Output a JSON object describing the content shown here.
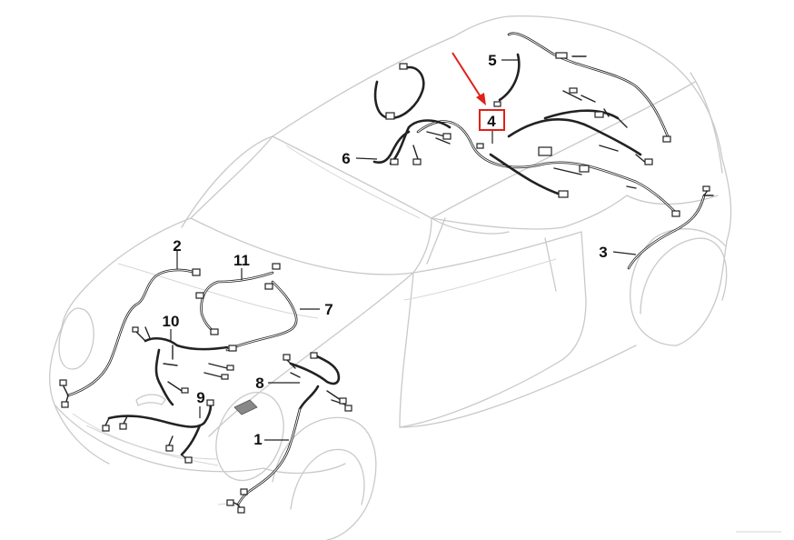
{
  "diagram": {
    "callouts": [
      {
        "id": "1",
        "text": "1"
      },
      {
        "id": "2",
        "text": "2"
      },
      {
        "id": "3",
        "text": "3"
      },
      {
        "id": "4",
        "text": "4"
      },
      {
        "id": "5",
        "text": "5"
      },
      {
        "id": "6",
        "text": "6"
      },
      {
        "id": "7",
        "text": "7"
      },
      {
        "id": "8",
        "text": "8"
      },
      {
        "id": "9",
        "text": "9"
      },
      {
        "id": "10",
        "text": "10"
      },
      {
        "id": "11",
        "text": "11"
      }
    ],
    "highlighted_callout": "4",
    "colors": {
      "highlight": "#e0201b",
      "outline": "#c9c9c9",
      "harness": "#222222"
    }
  }
}
